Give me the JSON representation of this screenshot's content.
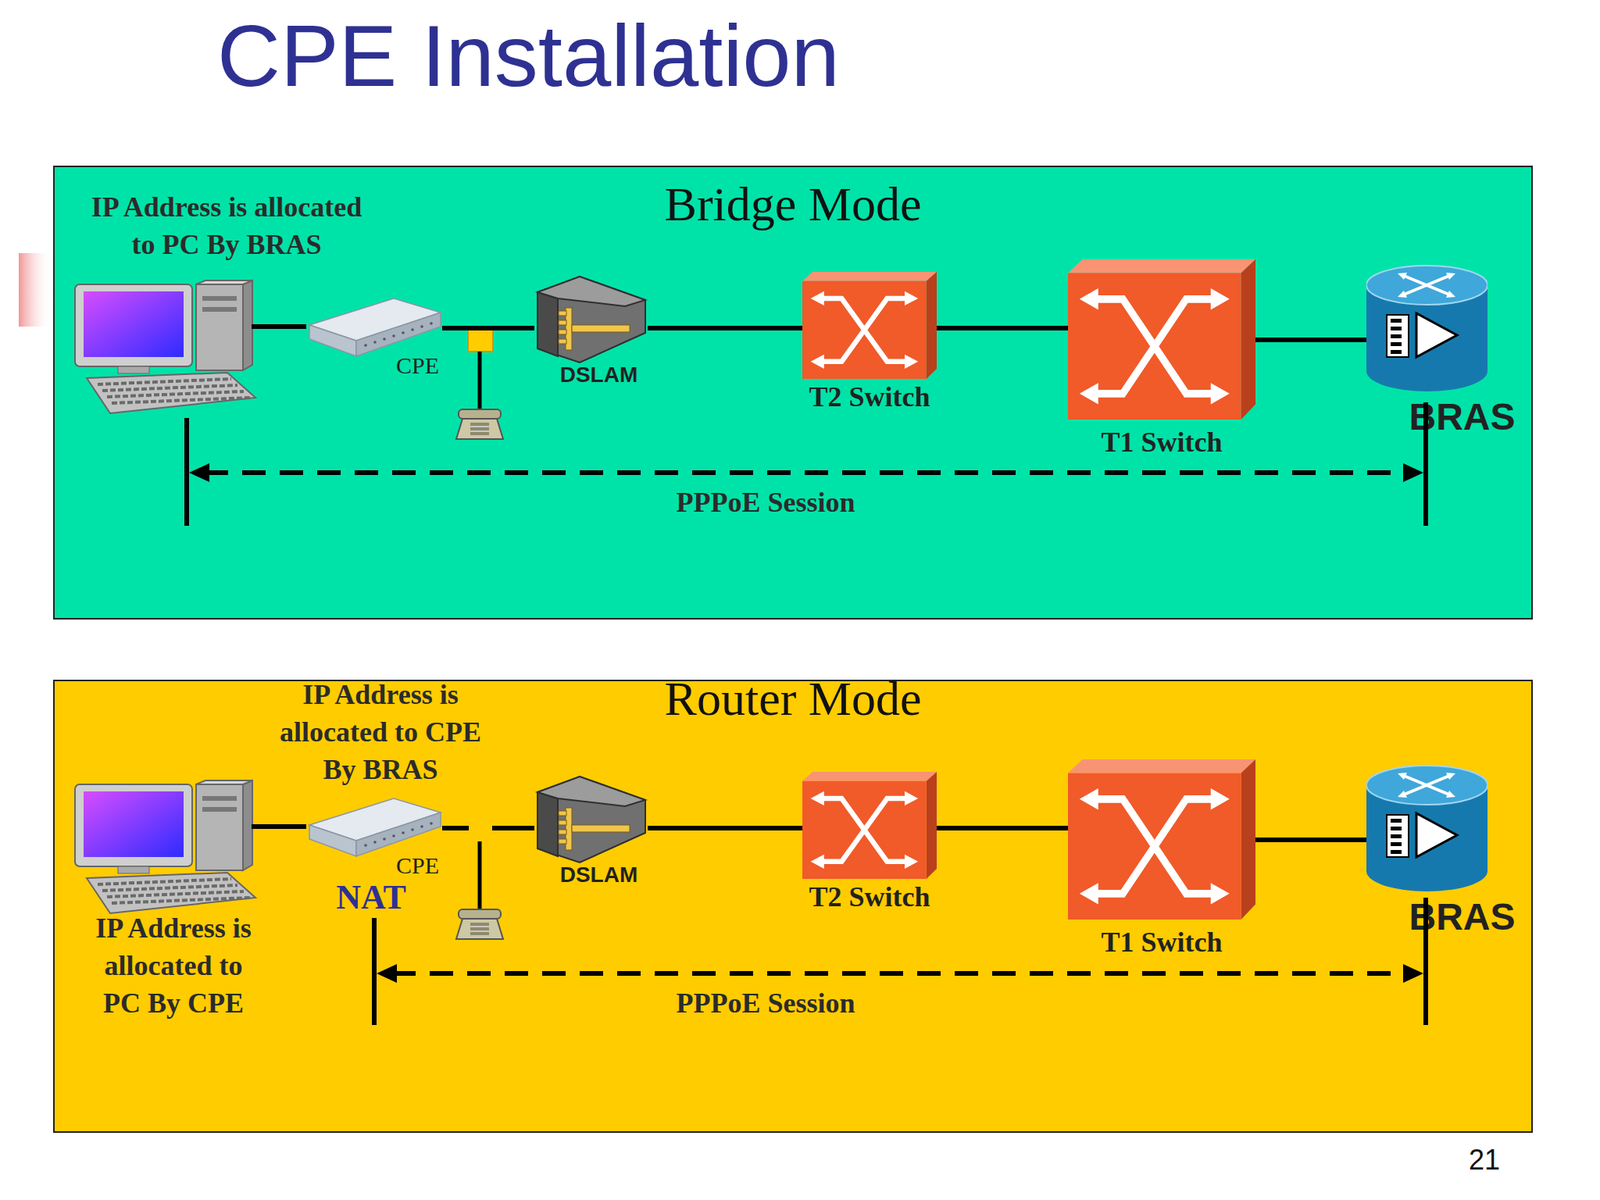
{
  "diagram": {
    "title": "CPE Installation",
    "nodes": [
      {
        "text": [
          "Bridge Mode"
        ]
      },
      {
        "text": [
          "CPE"
        ],
        "in": 0
      },
      {
        "text": [
          "DSLAM"
        ],
        "in": 0
      },
      {
        "text": [
          "T2 Switch"
        ],
        "in": 0
      },
      {
        "text": [
          "T1 Switch"
        ],
        "in": 0
      },
      {
        "text": [
          "BRAS"
        ],
        "in": 0
      },
      {
        "text": [
          "Router Mode"
        ]
      },
      {
        "text": [
          "CPE"
        ],
        "in": 6
      },
      {
        "text": [
          "DSLAM"
        ],
        "in": 6
      },
      {
        "text": [
          "T2 Switch"
        ],
        "in": 6
      },
      {
        "text": [
          "T1 Switch"
        ],
        "in": 6
      },
      {
        "text": [
          "BRAS"
        ],
        "in": 6
      }
    ],
    "edges": [
      {
        "from": 1,
        "to": 2,
        "arrow": "none"
      },
      {
        "from": 2,
        "to": 3,
        "arrow": "none"
      },
      {
        "from": 3,
        "to": 4,
        "arrow": "none"
      },
      {
        "from": 4,
        "to": 5,
        "arrow": "none"
      },
      {
        "from": 7,
        "to": 8,
        "arrow": "none"
      },
      {
        "from": 8,
        "to": 9,
        "arrow": "none"
      },
      {
        "from": 9,
        "to": 10,
        "arrow": "none"
      },
      {
        "from": 10,
        "to": 11,
        "arrow": "none"
      }
    ],
    "labels": [
      "IP Address is allocated to PC By BRAS",
      "PPPoE Session",
      "IP Address is allocated to CPE By BRAS",
      "NAT",
      "IP Address is allocated to PC By CPE",
      "PPPoE Session",
      "21"
    ]
  }
}
